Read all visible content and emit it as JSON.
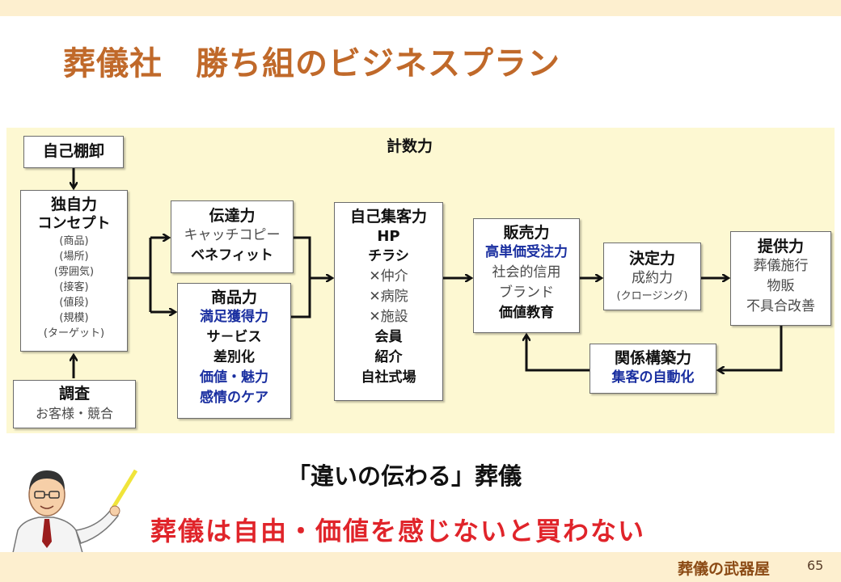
{
  "title": "葬儀社　勝ち組のビジネスプラン",
  "heading": "計数力",
  "boxes": {
    "inventory": {
      "head": "自己棚卸"
    },
    "originality": {
      "head": "独自力",
      "sub": "コンセプト",
      "items": [
        "(商品)",
        "(場所)",
        "(雰囲気)",
        "(接客)",
        "(値段)",
        "(規模)",
        "(ターゲット)"
      ]
    },
    "research": {
      "head": "調査",
      "sub": "お客様・競合"
    },
    "communication": {
      "head": "伝達力",
      "lines": [
        "キャッチコピー",
        "ベネフィット"
      ]
    },
    "product": {
      "head": "商品力",
      "lines": [
        "満足獲得力",
        "サ－ビス",
        "差別化",
        "価値・魅力",
        "感情のケア"
      ]
    },
    "attraction": {
      "head": "自己集客力",
      "lines": [
        "HP",
        "チラシ",
        "✕仲介",
        "✕病院",
        "✕施設",
        "会員",
        "紹介",
        "自社式場"
      ]
    },
    "sales": {
      "head": "販売力",
      "lines": [
        "高単価受注力",
        "社会的信用",
        "ブランド",
        "価値教育"
      ]
    },
    "decision": {
      "head": "決定力",
      "lines": [
        "成約力",
        "(クロージング)"
      ]
    },
    "delivery": {
      "head": "提供力",
      "lines": [
        "葬儀施行",
        "物販",
        "不具合改善"
      ]
    },
    "relationship": {
      "head": "関係構築力",
      "sub": "集客の自動化"
    }
  },
  "tagline1": "「違いの伝わる」葬儀",
  "tagline2": "葬儀は自由・価値を感じないと買わない",
  "footer": {
    "brand": "葬儀の武器屋",
    "page": "65"
  },
  "colors": {
    "title": "#c0692a",
    "accent_red": "#e0242a",
    "accent_blue": "#1a2fa0",
    "panel": "#fdf8d2",
    "band": "#fdefcf"
  }
}
